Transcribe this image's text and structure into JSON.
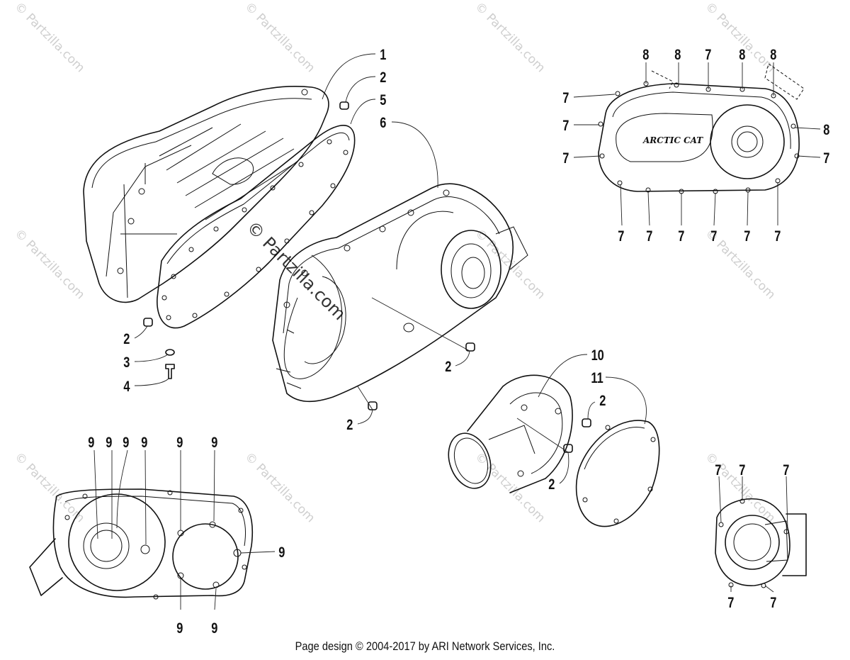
{
  "watermark": "© Partzilla.com",
  "footer": "Page design © 2004-2017 by ARI Network Services, Inc.",
  "brand_logo": "ARCTIC CAT",
  "callouts": {
    "c1": "1",
    "c2a": "2",
    "c5": "5",
    "c6": "6",
    "c2b": "2",
    "c3": "3",
    "c4": "4",
    "c2c": "2",
    "c2d": "2",
    "c10": "10",
    "c11": "11",
    "c2e": "2",
    "c2f": "2",
    "tr_8a": "8",
    "tr_8b": "8",
    "tr_7a": "7",
    "tr_8c": "8",
    "tr_8d": "8",
    "tr_7b": "7",
    "tr_7c": "7",
    "tr_8e": "8",
    "tr_7d": "7",
    "tr_7e": "7",
    "tr_7f": "7",
    "tr_7g": "7",
    "tr_7h": "7",
    "tr_7i": "7",
    "tr_7j": "7",
    "tr_7k": "7",
    "bl_9a": "9",
    "bl_9b": "9",
    "bl_9c": "9",
    "bl_9d": "9",
    "bl_9e": "9",
    "bl_9f": "9",
    "bl_9g": "9",
    "bl_9h": "9",
    "bl_9i": "9",
    "br_7a": "7",
    "br_7b": "7",
    "br_7c": "7",
    "br_7d": "7",
    "br_7e": "7"
  }
}
